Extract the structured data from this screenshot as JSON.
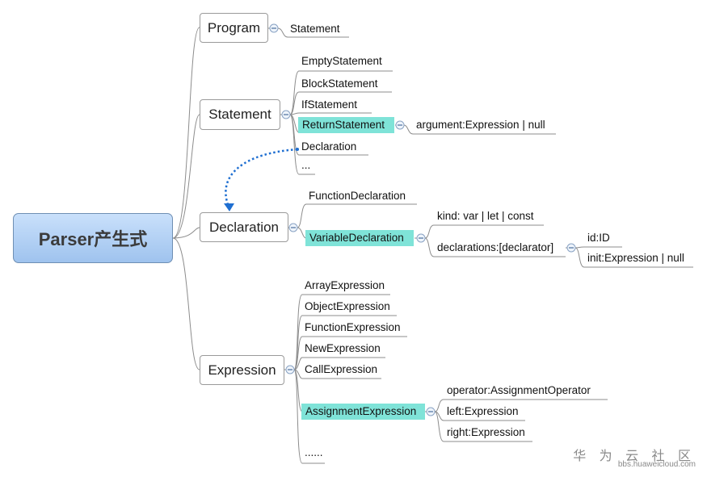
{
  "root": {
    "label": "Parser产生式"
  },
  "program": {
    "label": "Program",
    "children": [
      "Statement"
    ]
  },
  "statement": {
    "label": "Statement",
    "children": [
      "EmptyStatement",
      "BlockStatement",
      "IfStatement",
      "ReturnStatement",
      "Declaration",
      "..."
    ],
    "return_argument": "argument:Expression | null"
  },
  "declaration": {
    "label": "Declaration",
    "children": [
      "FunctionDeclaration",
      "VariableDeclaration"
    ],
    "variable": {
      "kind": "kind: var | let | const",
      "declarations": "declarations:[declarator]",
      "declarator": [
        "id:ID",
        "init:Expression | null"
      ]
    }
  },
  "expression": {
    "label": "Expression",
    "children": [
      "ArrayExpression",
      "ObjectExpression",
      "FunctionExpression",
      "NewExpression",
      "CallExpression",
      "AssignmentExpression",
      "......"
    ],
    "assignment": [
      "operator:AssignmentOperator",
      "left:Expression",
      "right:Expression"
    ]
  },
  "watermark": {
    "title": "华 为 云 社 区",
    "url": "bbs.huaweicloud.com"
  },
  "colors": {
    "highlight": "#7fe3d8",
    "root_top": "#c9e0fb",
    "root_bottom": "#9fc3ee",
    "arrow": "#1f6fd1"
  }
}
